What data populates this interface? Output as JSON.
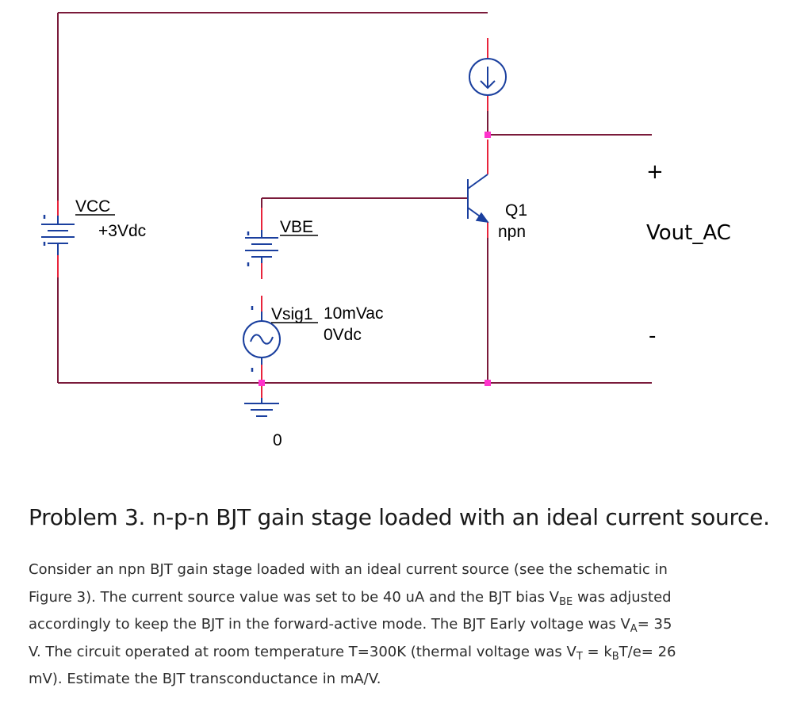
{
  "schematic": {
    "labels": {
      "vcc_name": "VCC",
      "vcc_value": "+3Vdc",
      "vbe_name": "VBE",
      "vsig_name": "Vsig1",
      "vsig_ac": "10mVac",
      "vsig_dc": "0Vdc",
      "q1_name": "Q1",
      "q1_type": "npn",
      "ground_label": "0",
      "out_plus": "+",
      "out_name": "Vout_AC",
      "out_minus": "-"
    },
    "colors": {
      "wire": "#7a1a3a",
      "pin": "#e8243c",
      "node": "#ff33cc",
      "part": "#1a3f9e",
      "lead": "#1a3f9e"
    }
  },
  "problem": {
    "title": "Problem 3. n-p-n BJT gain stage loaded with an ideal current source.",
    "body": {
      "p1": "Consider an npn BJT gain stage loaded with an ideal current source (see the schematic in Figure 3). The current source value was set to be 40 uA and the BJT bias V",
      "s1": "BE",
      "p2": " was adjusted accordingly to keep the BJT in the forward-active mode. The BJT Early voltage was V",
      "s2": "A",
      "p3": "= 35 V. The circuit operated at room temperature T=300K (thermal voltage was V",
      "s3": "T",
      "p4": " = k",
      "s4": "B",
      "p5": "T/e= 26 mV).  Estimate the BJT transconductance in mA/V."
    }
  }
}
